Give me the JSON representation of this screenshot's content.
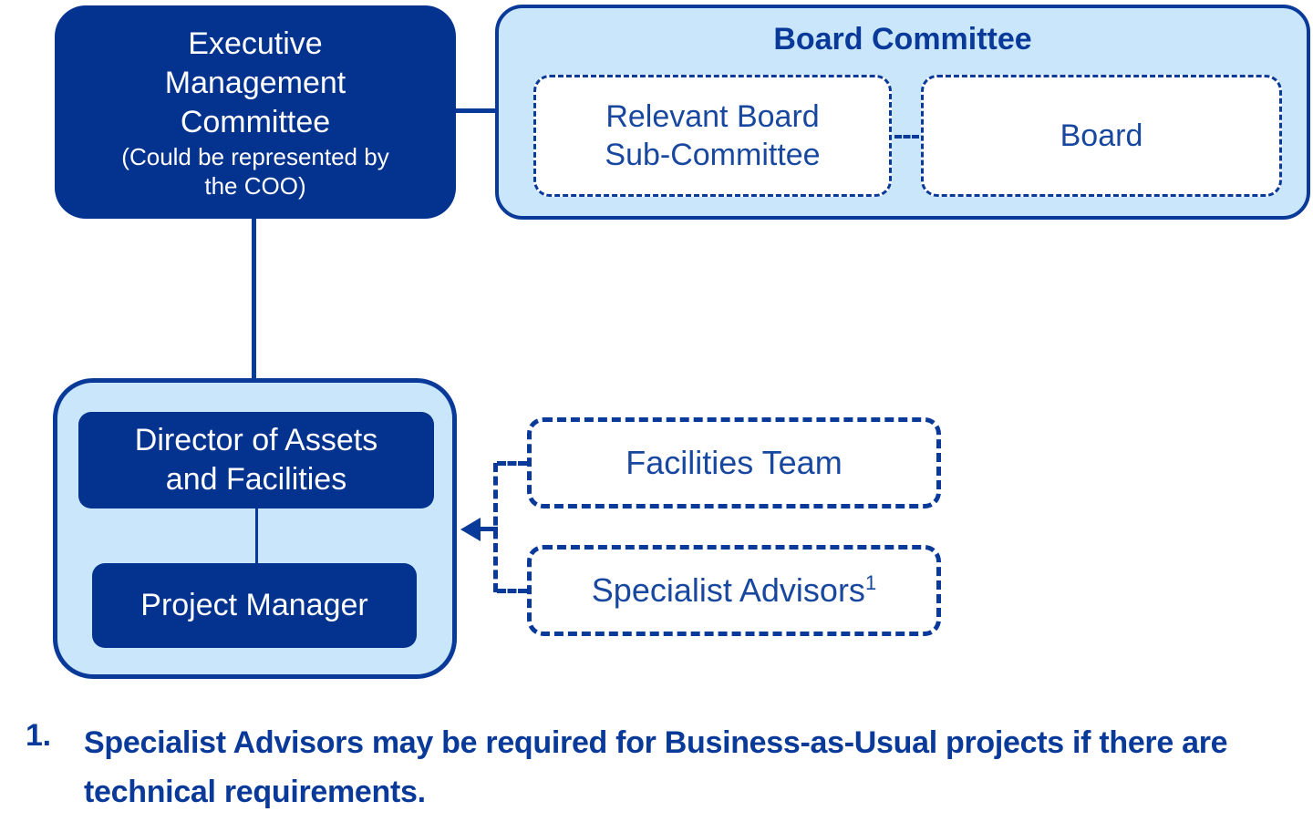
{
  "colors": {
    "dark_blue_fill": "#04338F",
    "border_blue": "#0A3A99",
    "light_blue_fill": "#C9E6FA",
    "box_text_blue": "#17479E",
    "white_text": "#FFFFFF",
    "background": "#FFFFFF"
  },
  "emc": {
    "line1": "Executive",
    "line2": "Management",
    "line3": "Committee",
    "note1": "(Could be represented by",
    "note2": "the COO)"
  },
  "board_committee": {
    "title": "Board Committee",
    "sub_committee_line1": "Relevant Board",
    "sub_committee_line2": "Sub-Committee",
    "board": "Board"
  },
  "assets": {
    "director_line1": "Director of Assets",
    "director_line2": "and Facilities",
    "project_manager": "Project Manager"
  },
  "teams": {
    "facilities": "Facilities Team",
    "specialist": "Specialist Advisors",
    "specialist_superscript": "1"
  },
  "footnote": {
    "number": "1.",
    "text": "Specialist Advisors may be required for Business-as-Usual projects if there are technical requirements."
  }
}
